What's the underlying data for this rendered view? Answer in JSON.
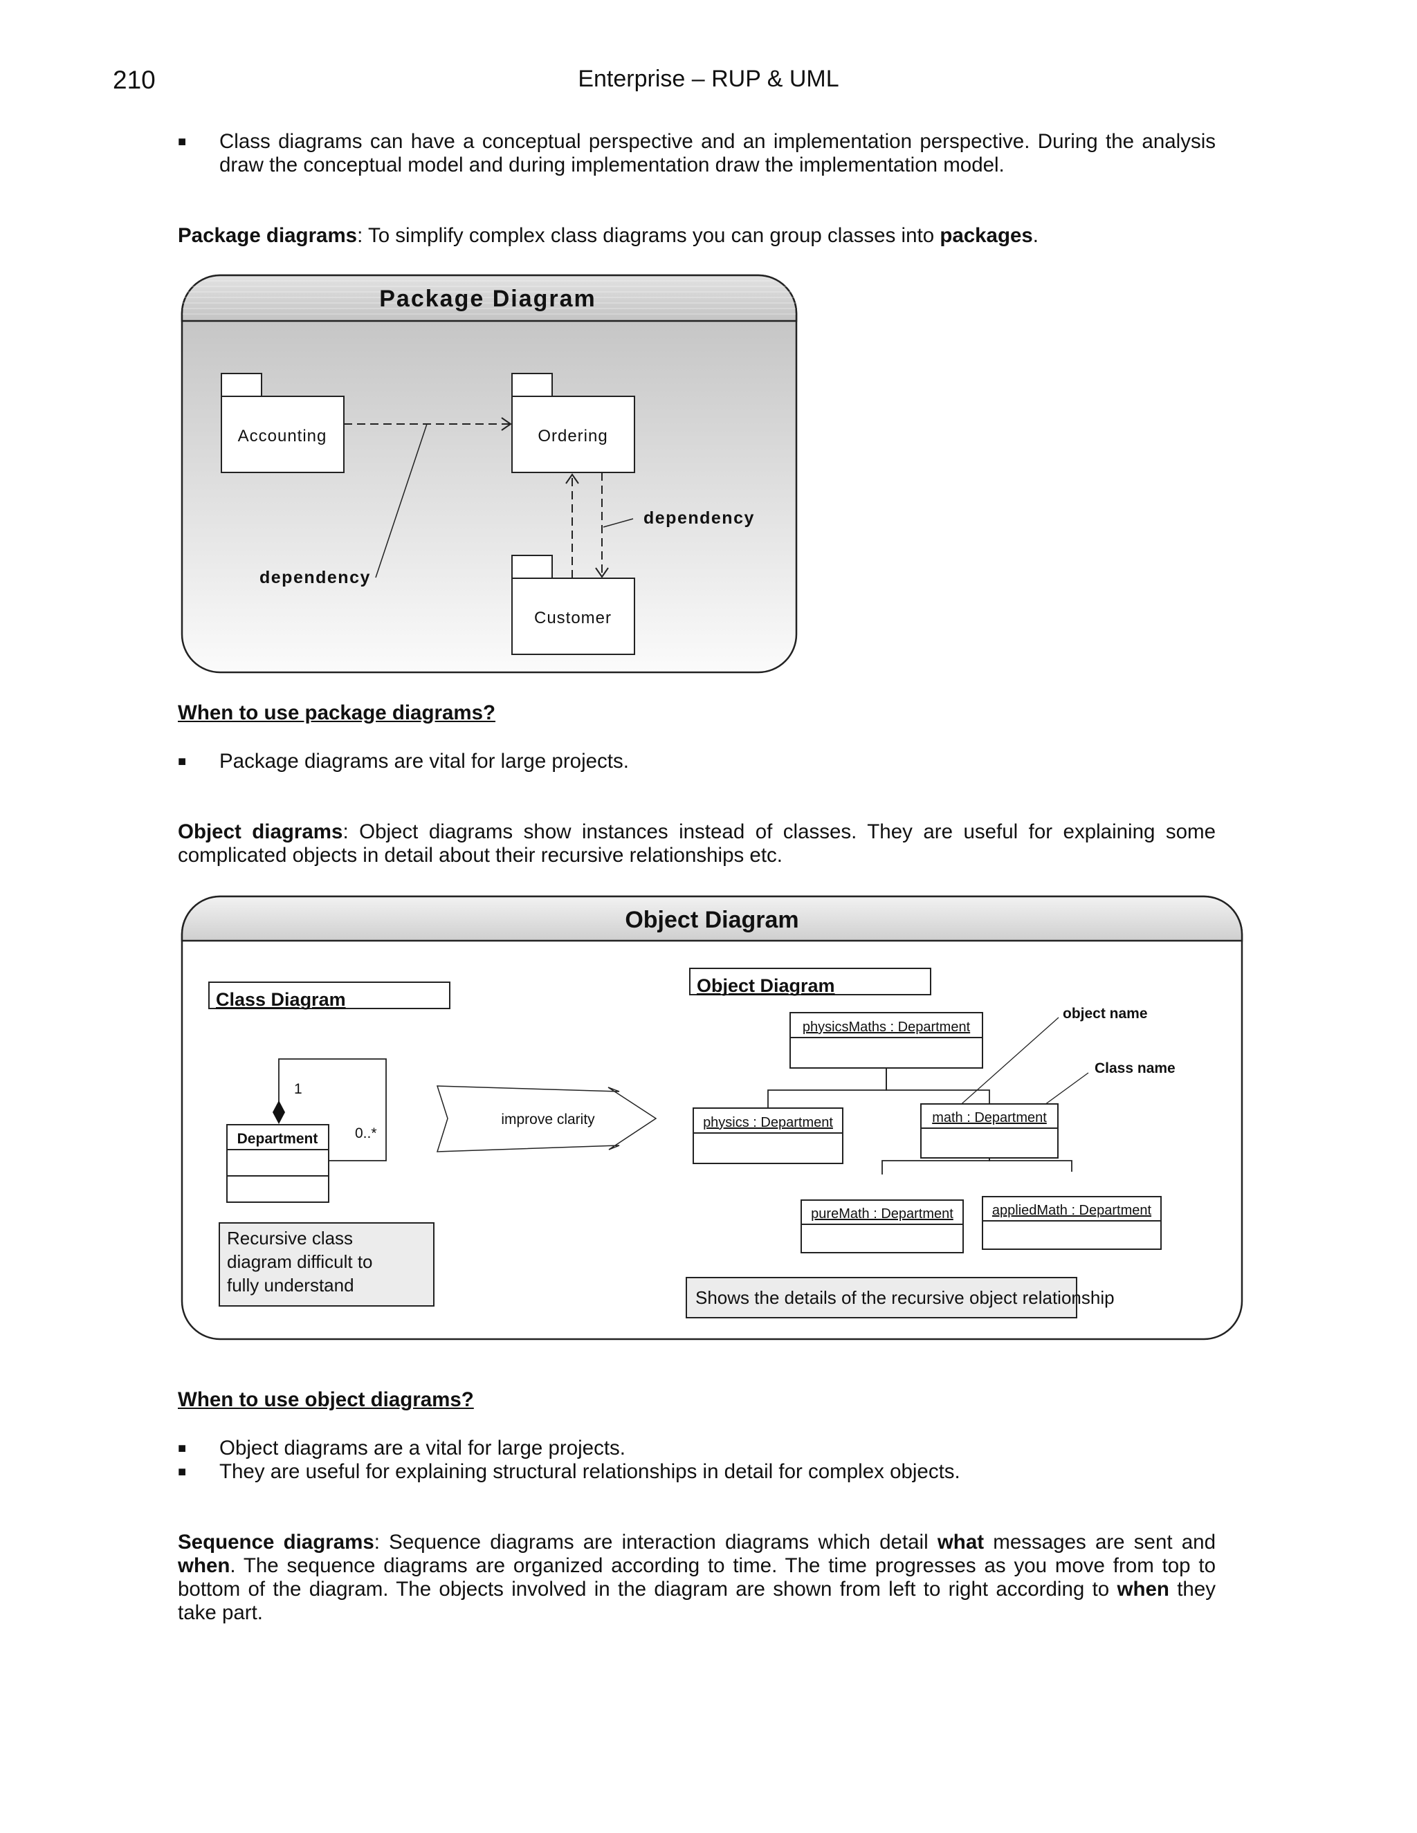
{
  "header": {
    "page_number": "210",
    "running_title": "Enterprise – RUP & UML"
  },
  "class_perspective_bullet": "Class diagrams can have a conceptual perspective and an implementation perspective. During the analysis draw the conceptual model and during implementation draw the implementation model.",
  "package_section": {
    "term": "Package diagrams",
    "text_before": ": To simplify complex class diagrams you can group classes into ",
    "bold_word": "packages",
    "text_after": "."
  },
  "package_diagram": {
    "title": "Package Diagram",
    "packages": {
      "accounting": "Accounting",
      "ordering": "Ordering",
      "customer": "Customer"
    },
    "label_left": "dependency",
    "label_right": "dependency"
  },
  "when_package": {
    "heading": "When to use package diagrams?",
    "bullets": [
      "Package diagrams are vital for large projects."
    ]
  },
  "object_section": {
    "term": "Object diagrams",
    "text": ": Object diagrams show instances instead of classes. They are useful for explaining some complicated objects in detail about their recursive relationships etc."
  },
  "object_diagram": {
    "title": "Object Diagram",
    "class_panel_title": "Class Diagram",
    "object_panel_title": "Object Diagram",
    "class_name": "Department",
    "multiplicity_one": "1",
    "multiplicity_many": "0..*",
    "arrow_label": "improve clarity",
    "class_note": "Recursive class diagram difficult to fully understand",
    "objects": {
      "physics_maths": "physicsMaths : Department",
      "physics": "physics : Department",
      "math": "math :  Department",
      "pure_math": "pureMath : Department",
      "applied_math": "appliedMath : Department"
    },
    "callout_object_name": "object name",
    "callout_class_name": "Class name",
    "object_note": "Shows the details of the recursive object relationship"
  },
  "when_object": {
    "heading": "When to use object diagrams?",
    "bullets": [
      "Object diagrams are a vital for large projects.",
      "They are useful for explaining structural relationships in detail for complex objects."
    ]
  },
  "sequence_section": {
    "term": "Sequence diagrams",
    "t1": ": Sequence diagrams are interaction diagrams which detail ",
    "b1": "what",
    "t2": " messages are sent and ",
    "b2": "when",
    "t3": ". The sequence diagrams are organized according to time. The time progresses as you move from top to bottom of the diagram. The objects involved in the diagram are shown from left to right according to ",
    "b3": "when",
    "t4": " they take part."
  }
}
